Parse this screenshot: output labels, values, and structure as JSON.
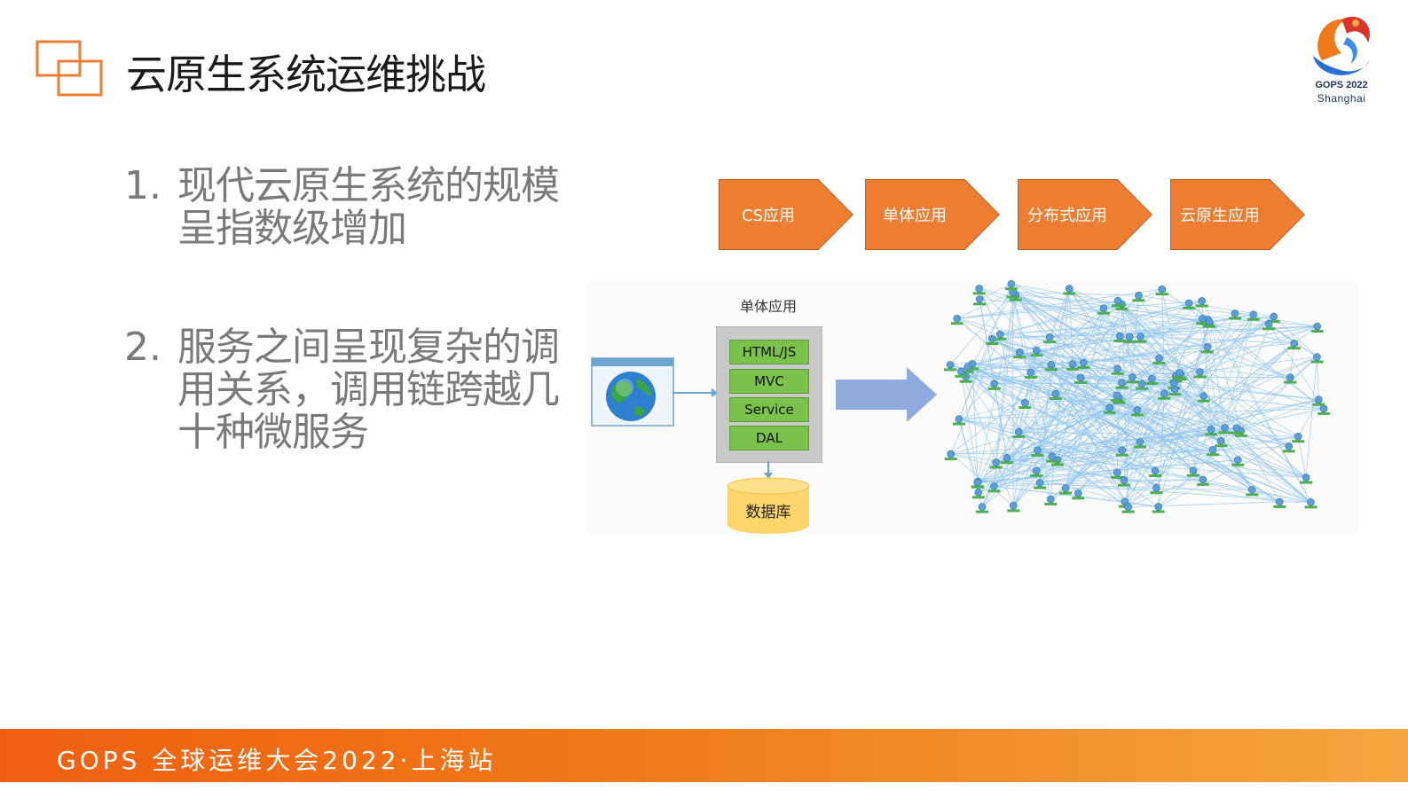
{
  "title": "云原生系统运维挑战",
  "logo": {
    "line1": "GOPS 2022",
    "line2": "Shanghai"
  },
  "points": [
    {
      "num": "1.",
      "text": "现代云原生系统的规模呈指数级增加"
    },
    {
      "num": "2.",
      "text": "服务之间呈现复杂的调用关系，调用链跨越几十种微服务"
    }
  ],
  "evolution": [
    "CS应用",
    "单体应用",
    "分布式应用",
    "云原生应用"
  ],
  "monolith": {
    "label": "单体应用",
    "layers": [
      "HTML/JS",
      "MVC",
      "Service",
      "DAL"
    ],
    "database": "数据库"
  },
  "footer": "GOPS 全球运维大会2022·上海站",
  "colors": {
    "accent": "#ed7d31",
    "footer": "#f07a1a",
    "layer": "#7bc24a",
    "db": "#fcd66a",
    "arrow": "#8faadc"
  }
}
